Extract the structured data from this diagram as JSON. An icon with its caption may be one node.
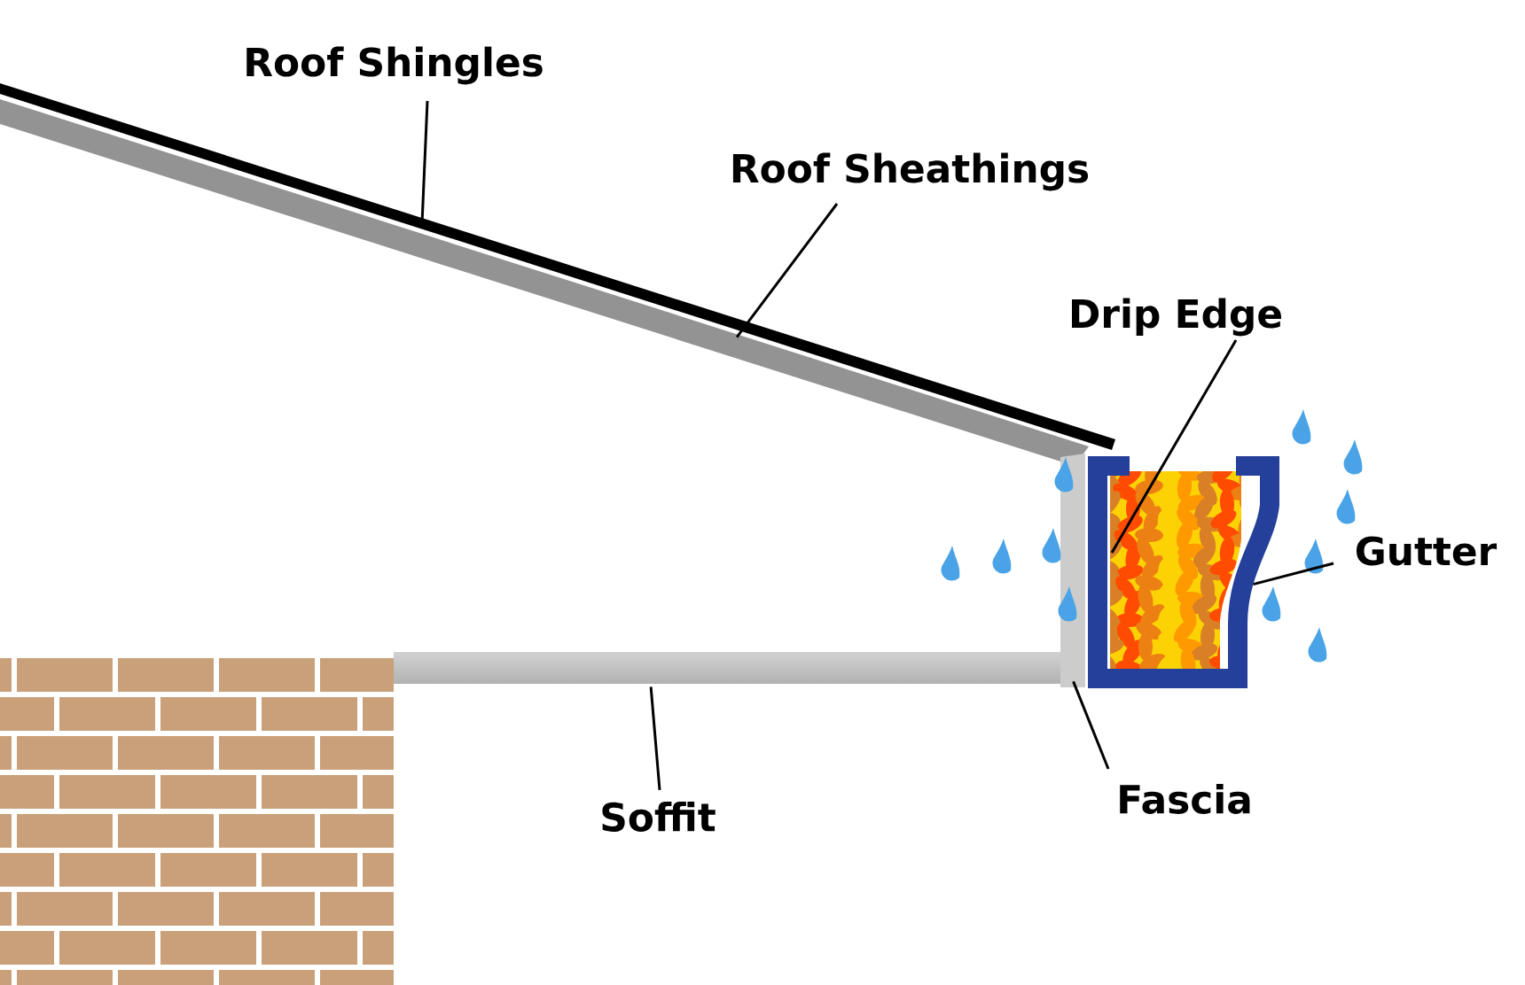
{
  "diagram": {
    "nodes": [
      {
        "text": [
          "Roof Shingles"
        ]
      },
      {
        "text": [
          "Roof Sheathings"
        ]
      },
      {
        "text": [
          "Drip Edge"
        ]
      },
      {
        "text": [
          "Gutter"
        ]
      },
      {
        "text": [
          "Soffit"
        ]
      },
      {
        "text": [
          "Fascia"
        ]
      },
      {
        "text": [],
        "shape": "bar"
      },
      {
        "text": [],
        "shape": "bar"
      },
      {
        "text": [],
        "shape": "picture"
      },
      {
        "text": [],
        "shape": "bar"
      },
      {
        "text": [],
        "shape": "bar"
      }
    ],
    "edges": [
      {
        "from": 0,
        "to": 6,
        "arrow": "none"
      },
      {
        "from": 1,
        "to": 7,
        "arrow": "none"
      },
      {
        "from": 2,
        "to": 8,
        "arrow": "none"
      },
      {
        "from": 3,
        "to": 8,
        "arrow": "none"
      },
      {
        "from": 4,
        "to": 9,
        "arrow": "none"
      },
      {
        "from": 5,
        "to": 10,
        "arrow": "none"
      }
    ]
  }
}
